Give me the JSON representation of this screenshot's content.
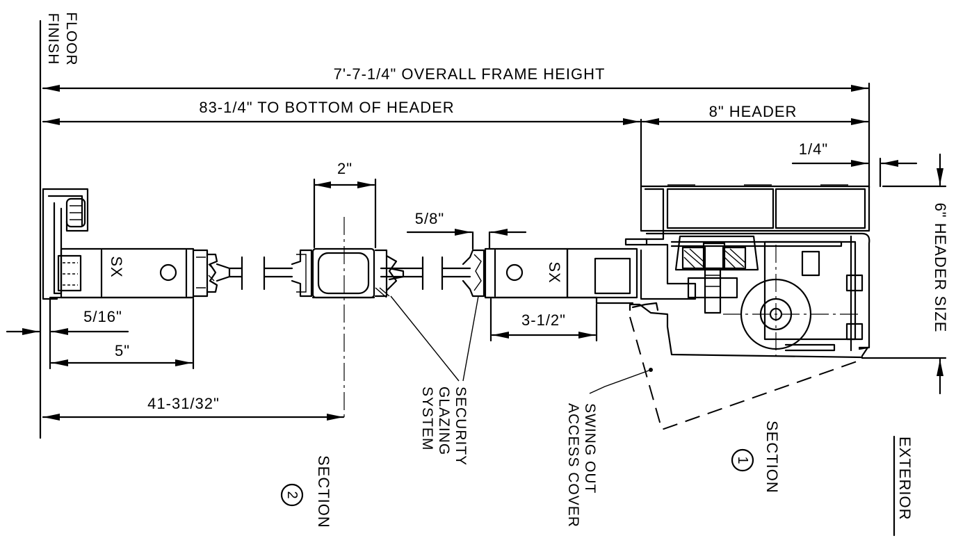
{
  "labels": {
    "finish_floor_1": "FINISH",
    "finish_floor_2": "FLOOR",
    "overall_height": "7'-7-1/4\" OVERALL FRAME HEIGHT",
    "to_bottom_header": "83-1/4\" TO BOTTOM OF HEADER",
    "header_8": "8\" HEADER",
    "dim_quarter": "1/4\"",
    "dim_2": "2\"",
    "dim_5_8": "5/8\"",
    "dim_5_16": "5/16\"",
    "dim_5": "5\"",
    "dim_3_1_2": "3-1/2\"",
    "dim_41": "41-31/32\"",
    "header_size": "6\" HEADER SIZE",
    "sx_left": "SX",
    "sx_right": "SX",
    "security_1": "SECURITY",
    "security_2": "GLAZING",
    "security_3": "SYSTEM",
    "swing_1": "SWING OUT",
    "swing_2": "ACCESS COVER",
    "section_2_text": "SECTION",
    "section_2_num": "2",
    "section_1_text": "SECTION",
    "section_1_num": "1",
    "exterior": "EXTERIOR"
  },
  "colors": {
    "ink": "#000000",
    "paper": "#ffffff"
  }
}
